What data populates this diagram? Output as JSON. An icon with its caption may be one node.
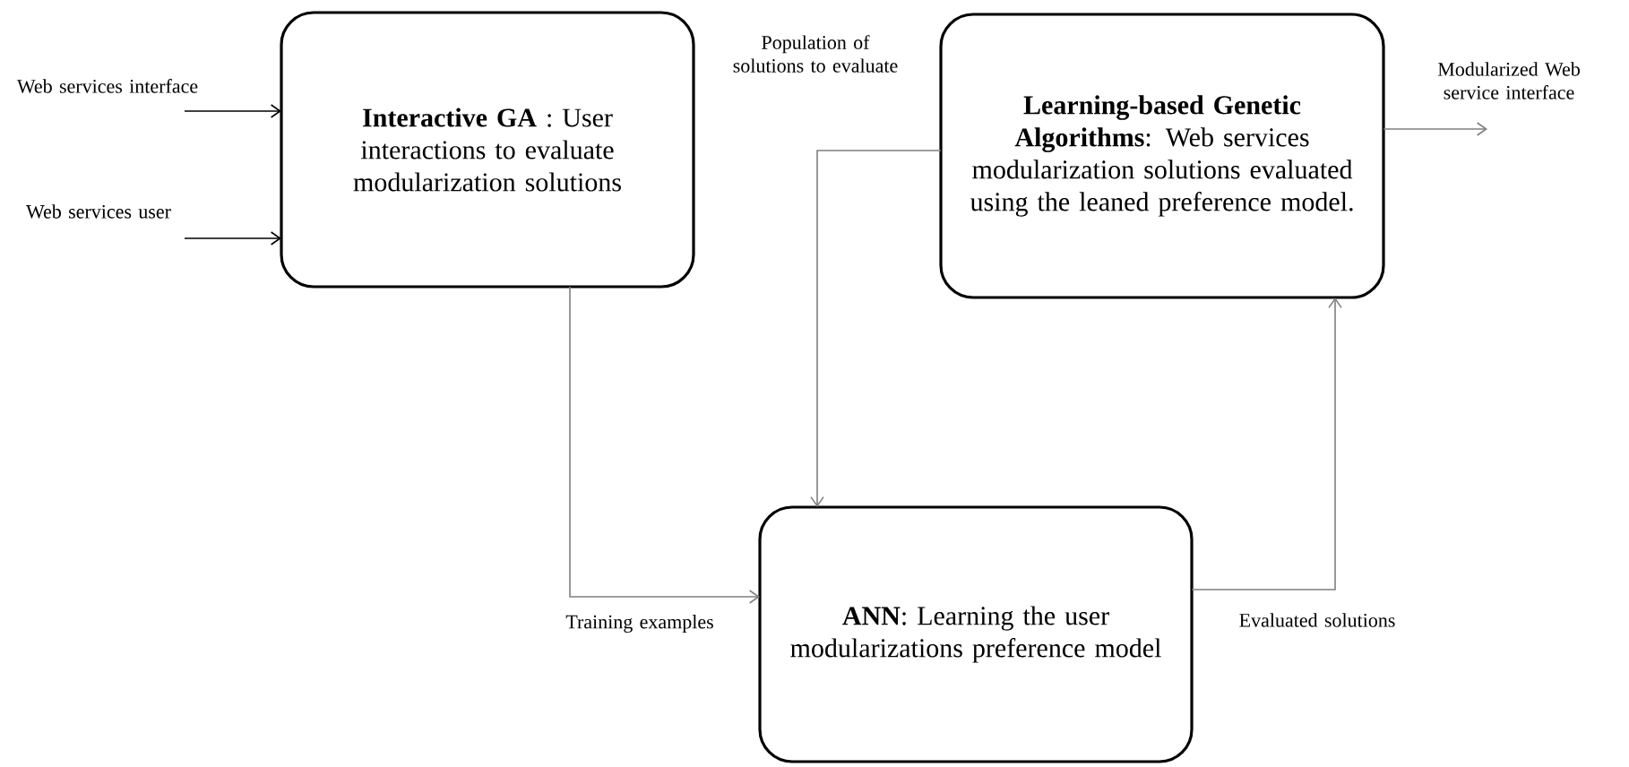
{
  "diagram": {
    "nodes": [
      {
        "text": [
          "**Interactive GA** : User interactions to evaluate modularization solutions"
        ]
      },
      {
        "text": [
          "**Learning-based Genetic Algorithms**: Web services modularization solutions evaluated using the leaned preference model."
        ]
      },
      {
        "text": [
          "**ANN**: Learning the user modularizations preference model"
        ]
      }
    ],
    "edges": [
      {
        "from": null,
        "to": 0,
        "arrow": "to",
        "label": "Web services interface",
        "color": "#000000"
      },
      {
        "from": null,
        "to": 0,
        "arrow": "to",
        "label": "Web services user",
        "color": "#000000"
      },
      {
        "from": 0,
        "to": 2,
        "arrow": "to",
        "label": "Training examples"
      },
      {
        "from": 1,
        "to": 2,
        "arrow": "to",
        "label": "Population of solutions to evaluate"
      },
      {
        "from": 2,
        "to": 1,
        "arrow": "to",
        "label": "Evaluated solutions"
      },
      {
        "from": 1,
        "to": null,
        "arrow": "to",
        "label": "Modularized Web service interface"
      }
    ]
  }
}
